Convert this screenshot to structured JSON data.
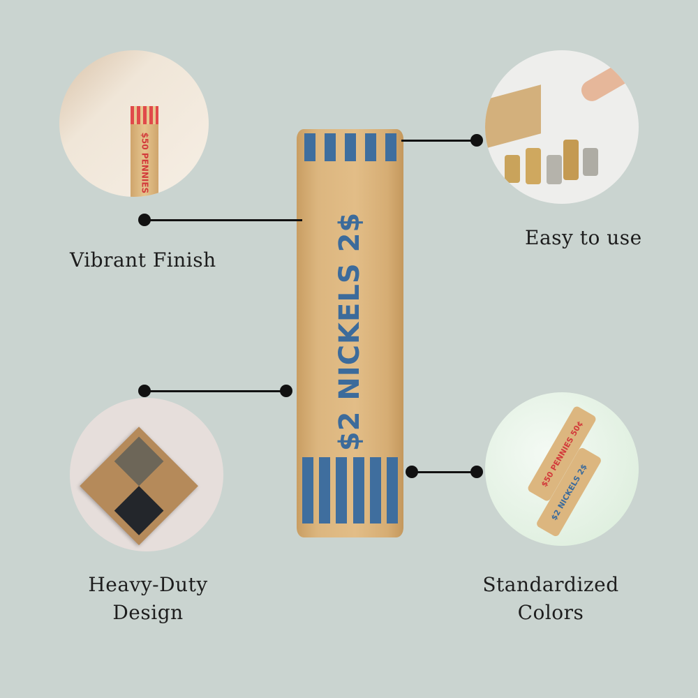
{
  "features": [
    {
      "label": "Vibrant Finish"
    },
    {
      "label": "Easy to use"
    },
    {
      "label_line1": "Heavy-Duty",
      "label_line2": "Design"
    },
    {
      "label_line1": "Standardized",
      "label_line2": "Colors"
    }
  ],
  "main_tube": {
    "text": "$2 NICKELS 2$",
    "stripe_color": "#3f6e9e",
    "paper_color": "#dcb67f"
  },
  "pennies_roll": {
    "text": "$50 PENNIES 50¢",
    "stripe_color": "#e04a4a"
  },
  "nickels_roll": {
    "text": "$2 NICKELS 2$"
  },
  "colors": {
    "background": "#cad4d0",
    "connector": "#111111"
  }
}
